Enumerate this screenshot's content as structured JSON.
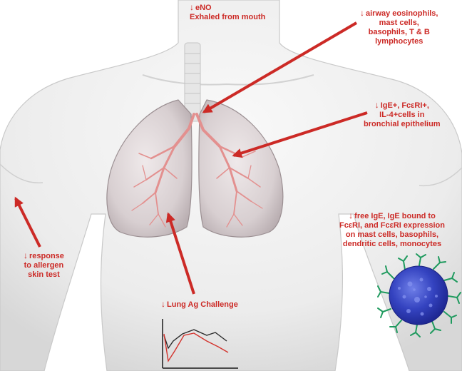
{
  "colors": {
    "annotation_red": "#cc2a26",
    "bronchi": "#e3908f",
    "lung_fill": "#ded6d8",
    "cell_blue": "#2b36b8",
    "receptor_green": "#1f9a5e",
    "curve_black": "#2a2a2a",
    "curve_red": "#d3322c"
  },
  "icons": {
    "down_arrow": "↓"
  },
  "labels": {
    "eno": {
      "line1": "eNO",
      "line2": "Exhaled from mouth"
    },
    "airway": {
      "line1": "airway eosinophils,",
      "line2": "mast cells,",
      "line3": "basophils, T & B",
      "line4": "lymphocytes"
    },
    "ige_epithelium": {
      "line1": "IgE+, FcεRI+,",
      "line2": "IL-4+cells in",
      "line3": "bronchial epithelium"
    },
    "free_ige": {
      "line1": "free IgE, IgE bound to",
      "line2": "FcεRI, and FcεRI expression",
      "line3": "on mast cells, basophils,",
      "line4": "dendritic cells, monocytes"
    },
    "skin_test": {
      "line1": "response",
      "line2": "to allergen",
      "line3": "skin test"
    },
    "lung_challenge": {
      "line1": "Lung Ag Challenge"
    }
  }
}
